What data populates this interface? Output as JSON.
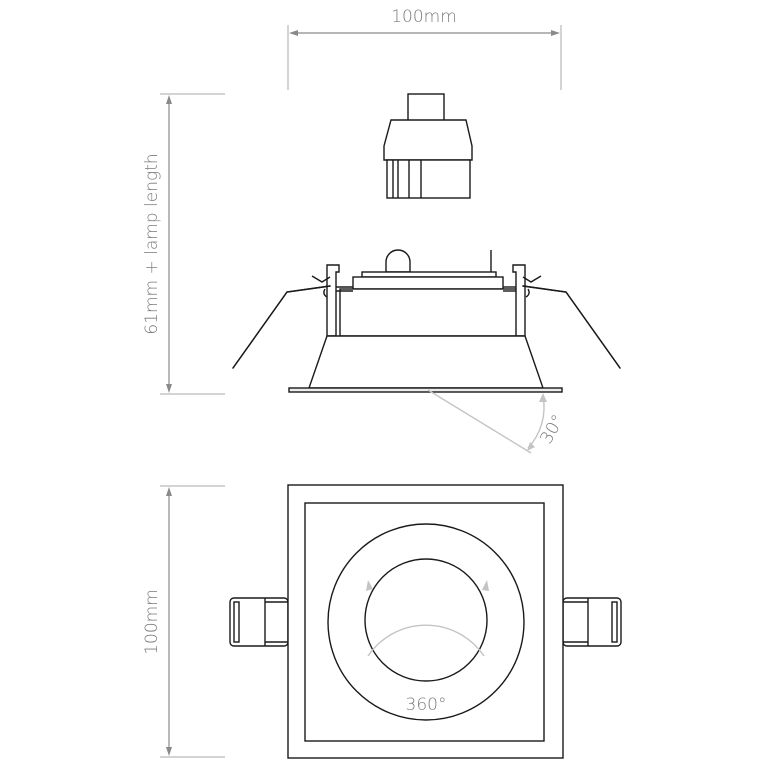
{
  "diagram": {
    "title": "Recessed square downlight technical drawing",
    "colors": {
      "dimension": "#8a8a8a",
      "text": "#7a7a7a",
      "outline": "#1a1a1a",
      "angle_indicator": "#c4c4c4"
    },
    "views": [
      {
        "name": "lamp-connector",
        "description": "GU10 style lamp holder connector"
      },
      {
        "name": "side-view",
        "description": "Fitting in elevation with spring clips"
      },
      {
        "name": "top-view",
        "description": "Square bezel with rotating circular ring and spring clips"
      }
    ],
    "dimensions": {
      "top_width": "100mm",
      "side_height": "61mm + lamp length",
      "plan_height": "100mm"
    },
    "annotations": {
      "tilt_angle": "30°",
      "rotation": "360°"
    }
  }
}
